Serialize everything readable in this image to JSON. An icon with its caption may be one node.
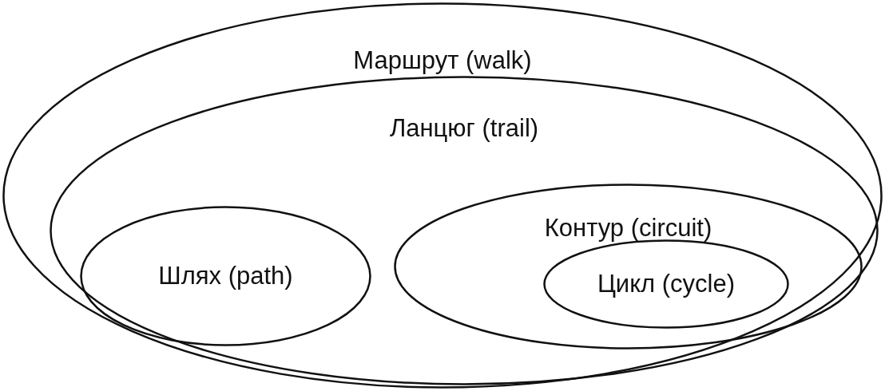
{
  "diagram": {
    "nodes": [
      {
        "text": [
          "Маршрут (walk)"
        ]
      },
      {
        "text": [
          "Ланцюг (trail)"
        ],
        "in": 0
      },
      {
        "text": [
          "Шлях (path)"
        ],
        "in": 1
      },
      {
        "text": [
          "Контур (circuit)"
        ],
        "in": 1
      },
      {
        "text": [
          "Цикл (cycle)"
        ],
        "in": 3
      }
    ]
  }
}
